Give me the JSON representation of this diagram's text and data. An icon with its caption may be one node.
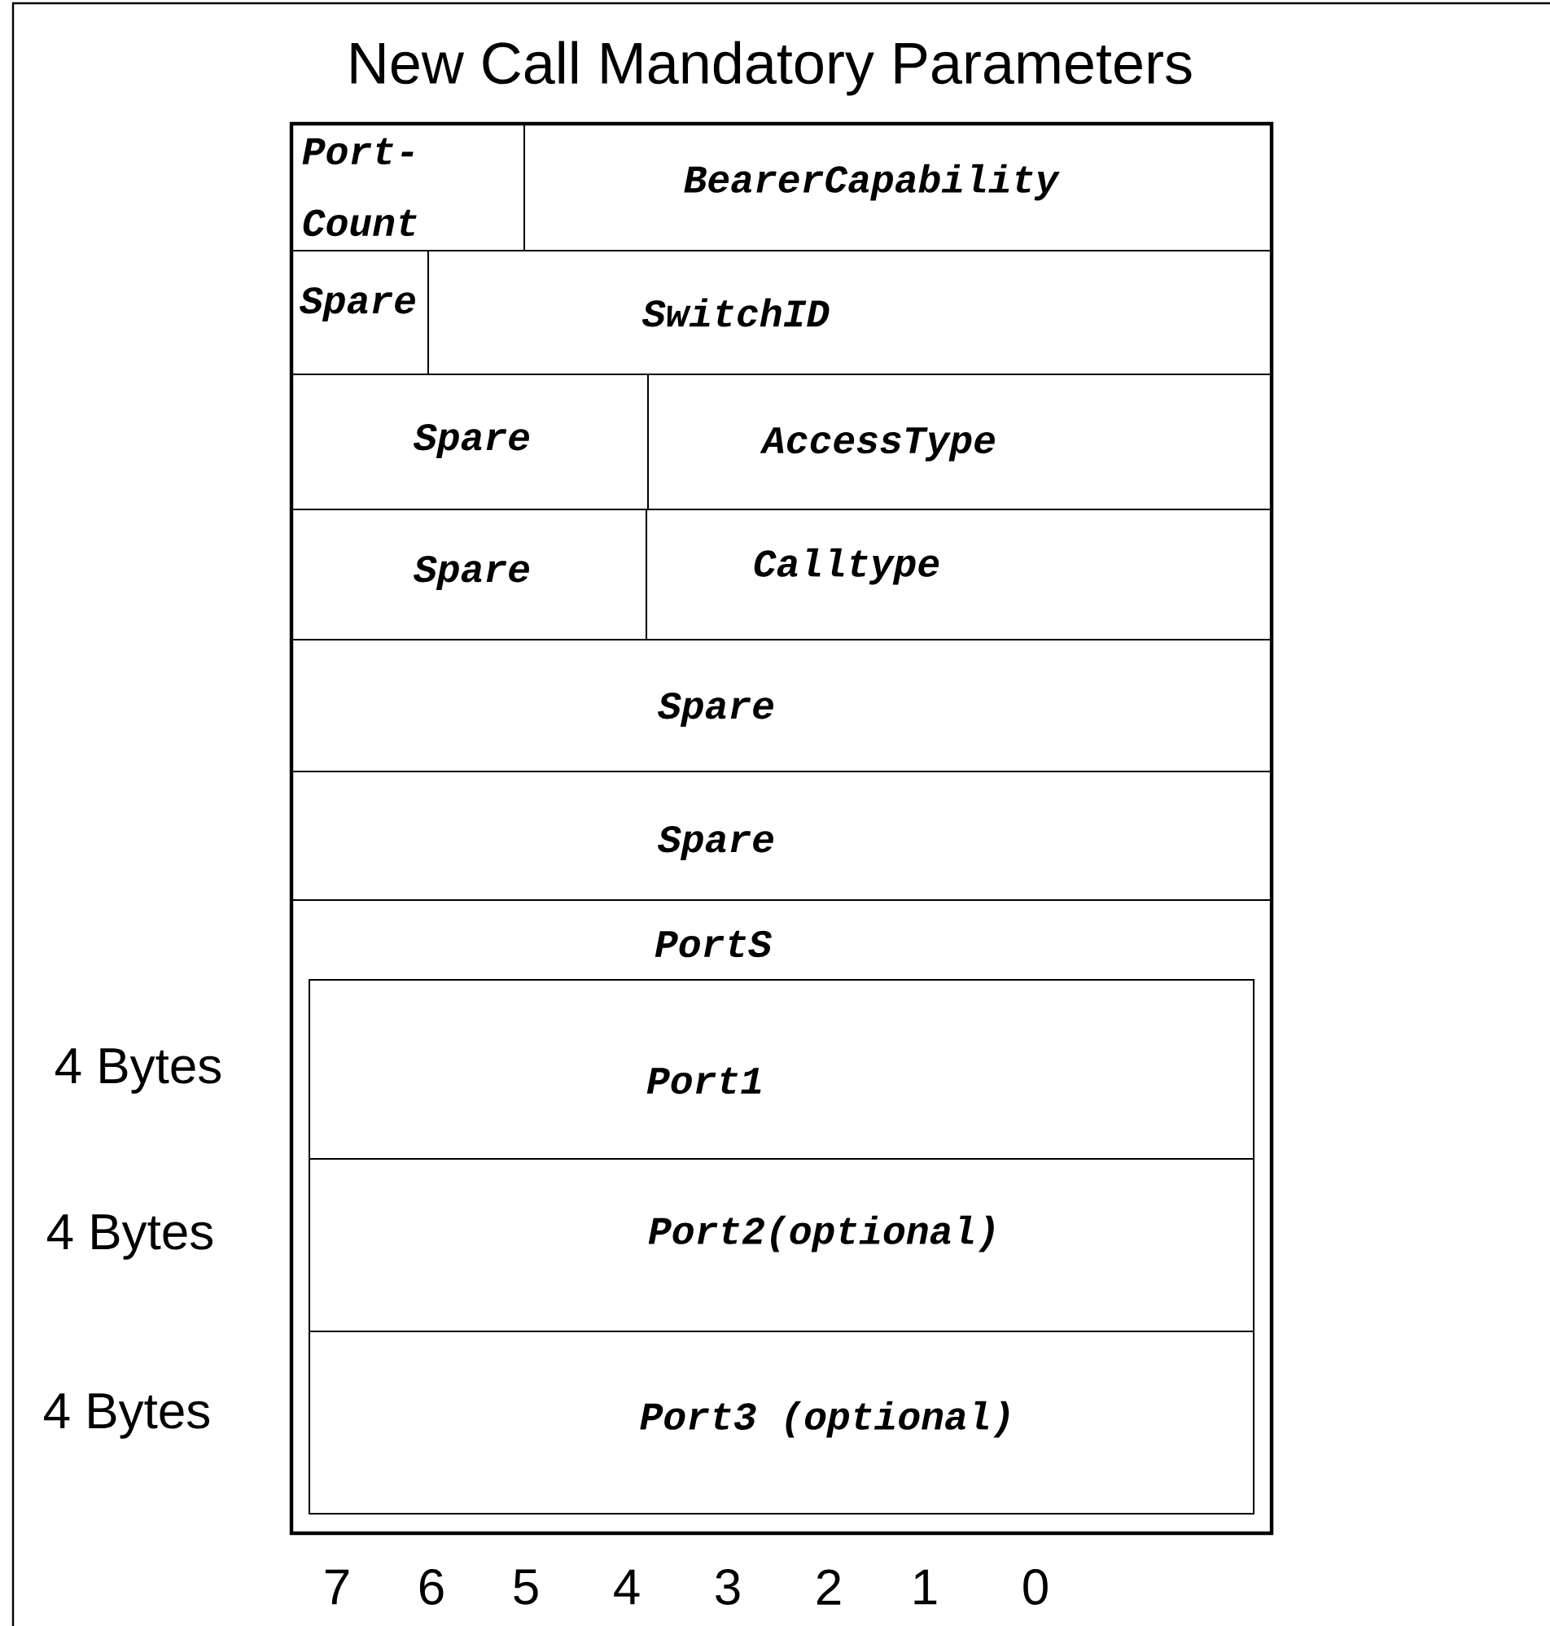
{
  "diagram": {
    "title": "New Call Mandatory Parameters",
    "nodes": [
      {
        "text": [],
        "shape": "box"
      },
      {
        "text": [
          "Port- Count"
        ],
        "in": 0
      },
      {
        "text": [
          "BearerCapability"
        ],
        "in": 0
      },
      {
        "text": [
          "Spare"
        ],
        "in": 0
      },
      {
        "text": [
          "SwitchID"
        ],
        "in": 0
      },
      {
        "text": [
          "Spare"
        ],
        "in": 0
      },
      {
        "text": [
          "AccessType"
        ],
        "in": 0
      },
      {
        "text": [
          "Spare"
        ],
        "in": 0
      },
      {
        "text": [
          "Calltype"
        ],
        "in": 0
      },
      {
        "text": [
          "Spare"
        ],
        "in": 0
      },
      {
        "text": [
          "Spare"
        ],
        "in": 0
      },
      {
        "text": [
          "PortS"
        ],
        "in": 0
      },
      {
        "text": [],
        "shape": "box",
        "in": 11
      },
      {
        "text": [
          "Port1"
        ],
        "in": 12
      },
      {
        "text": [
          "Port2(optional)"
        ],
        "in": 12
      },
      {
        "text": [
          "Port3 (optional)"
        ],
        "in": 12
      }
    ],
    "edges": [],
    "labels": [
      "4 Bytes",
      "4 Bytes",
      "4 Bytes",
      "7",
      "6",
      "5",
      "4",
      "3",
      "2",
      "1",
      "0"
    ]
  }
}
